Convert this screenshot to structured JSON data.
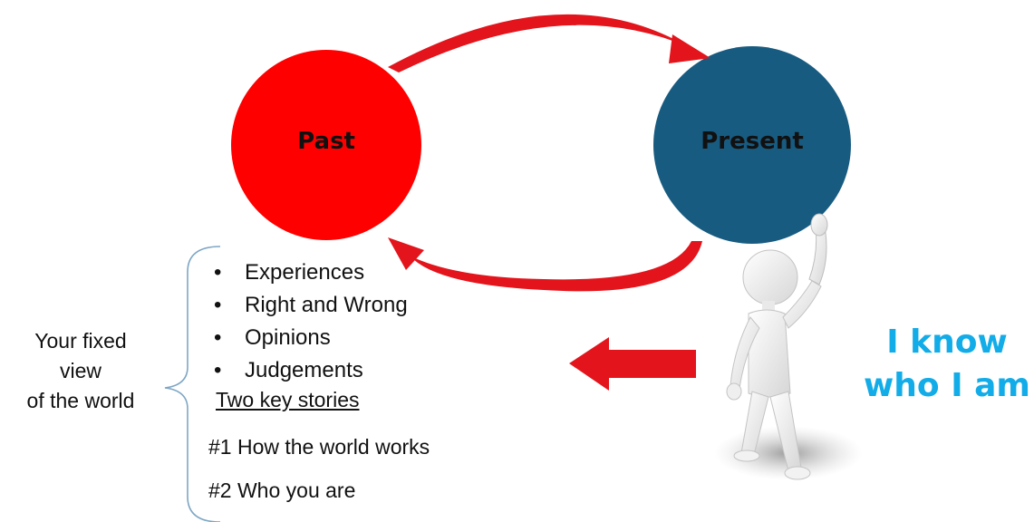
{
  "diagram": {
    "past_label": "Past",
    "present_label": "Present",
    "colors": {
      "past_circle": "#ff0000",
      "present_circle": "#185b80",
      "cycle_arrows": "#e3141b",
      "left_arrow": "#e3141b",
      "affirmation": "#12ace8"
    }
  },
  "side_label": {
    "line1": "Your fixed",
    "line2": "view",
    "line3": "of the world"
  },
  "bullets": [
    "Experiences",
    "Right and Wrong",
    "Opinions",
    "Judgements"
  ],
  "stories": {
    "heading": "Two key stories",
    "items": [
      "#1 How the world works",
      "#2 Who you are"
    ]
  },
  "affirmation": {
    "line1": "I know",
    "line2": "who I am"
  },
  "figure": {
    "icon": "thinking-person-figure"
  }
}
